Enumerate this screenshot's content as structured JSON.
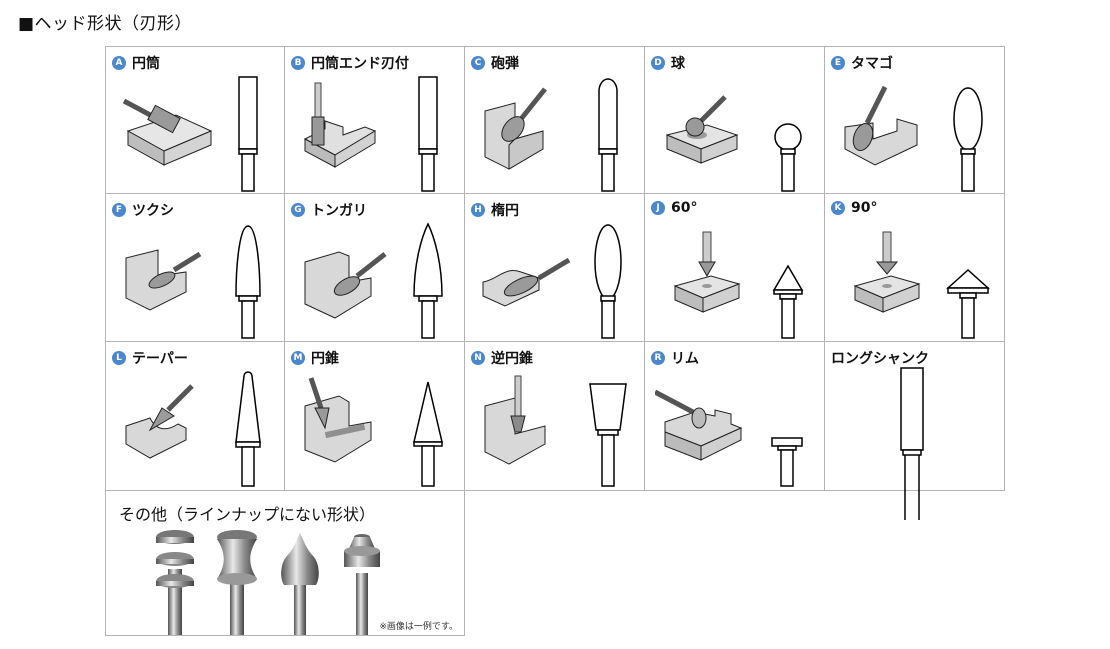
{
  "page": {
    "title": "■ヘッド形状（刃形）"
  },
  "shapes": [
    {
      "badge": "A",
      "name": "円筒",
      "type": "cylinder"
    },
    {
      "badge": "B",
      "name": "円筒エンド刃付",
      "type": "cylinder-end"
    },
    {
      "badge": "C",
      "name": "砲弾",
      "type": "bullet"
    },
    {
      "badge": "D",
      "name": "球",
      "type": "ball"
    },
    {
      "badge": "E",
      "name": "タマゴ",
      "type": "egg"
    },
    {
      "badge": "F",
      "name": "ツクシ",
      "type": "tree"
    },
    {
      "badge": "G",
      "name": "トンガリ",
      "type": "flame"
    },
    {
      "badge": "H",
      "name": "楕円",
      "type": "oval"
    },
    {
      "badge": "J",
      "name": "60°",
      "type": "cone60"
    },
    {
      "badge": "K",
      "name": "90°",
      "type": "cone90"
    },
    {
      "badge": "L",
      "name": "テーパー",
      "type": "taper"
    },
    {
      "badge": "M",
      "name": "円錐",
      "type": "cone"
    },
    {
      "badge": "N",
      "name": "逆円錐",
      "type": "inverted-cone"
    },
    {
      "badge": "R",
      "name": "リム",
      "type": "rim"
    },
    {
      "badge": "",
      "name": "ロングシャンク",
      "type": "long-shank"
    }
  ],
  "other": {
    "title": "その他（ラインナップにない形状）",
    "note": "※画像は一例です。"
  },
  "colors": {
    "badge": "#4a87cf",
    "grid_line": "#b4b4b4",
    "text": "#111111"
  }
}
